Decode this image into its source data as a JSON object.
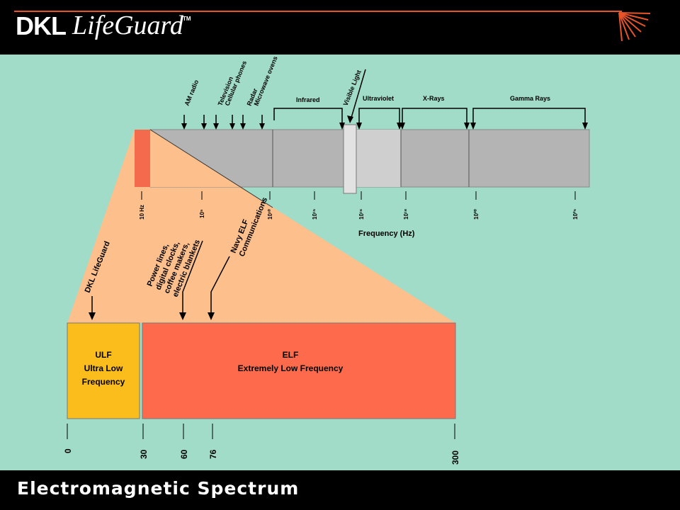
{
  "header": {
    "logo_brand": "DKL",
    "logo_product": "LifeGuard",
    "logo_trademark": "TM",
    "brand_colors": {
      "background": "#000000",
      "accent": "#e8542a",
      "text": "#ffffff"
    }
  },
  "spectrum": {
    "bands": [
      {
        "label": "Infrared"
      },
      {
        "label": "Ultraviolet"
      },
      {
        "label": "X-Rays"
      },
      {
        "label": "Gamma Rays"
      }
    ],
    "markers": [
      {
        "label": "AM radio"
      },
      {
        "label": "Television"
      },
      {
        "label": "Cellular phones"
      },
      {
        "label": "Radar"
      },
      {
        "label": "Microwave ovens"
      },
      {
        "label": "Visible Light"
      }
    ],
    "ticks": [
      {
        "label": "10 Hz"
      },
      {
        "label": "10⁵"
      },
      {
        "label": "10¹⁰"
      },
      {
        "label": "10¹⁵"
      },
      {
        "label": "10¹⁶"
      },
      {
        "label": "10¹⁸"
      },
      {
        "label": "10²⁰"
      },
      {
        "label": "10²⁵"
      }
    ],
    "axis_label": "Frequency (Hz)",
    "colors": {
      "bar": "#b4b4b4",
      "visible": "#e2e2e2",
      "ultraviolet": "#cfcfcf",
      "zoom": "#fdc08c",
      "elf_marker": "#f36b4c"
    }
  },
  "detail": {
    "ulf": {
      "title": "ULF",
      "line1": "Ultra Low",
      "line2": "Frequency",
      "color": "#fbbd1b"
    },
    "elf": {
      "title": "ELF",
      "subtitle": "Extremely Low Frequency",
      "color": "#fe6b4c"
    },
    "annotations": {
      "lifeguard": "DKL LifeGuard",
      "power": [
        "Power lines,",
        "digital clocks,",
        "coffee makers,",
        "electric blankets"
      ],
      "navy": [
        "Navy ELF",
        "Communications"
      ]
    },
    "ticks": [
      "0",
      "30",
      "60",
      "76",
      "300"
    ]
  },
  "footer": {
    "title": "Electromagnetic Spectrum"
  }
}
